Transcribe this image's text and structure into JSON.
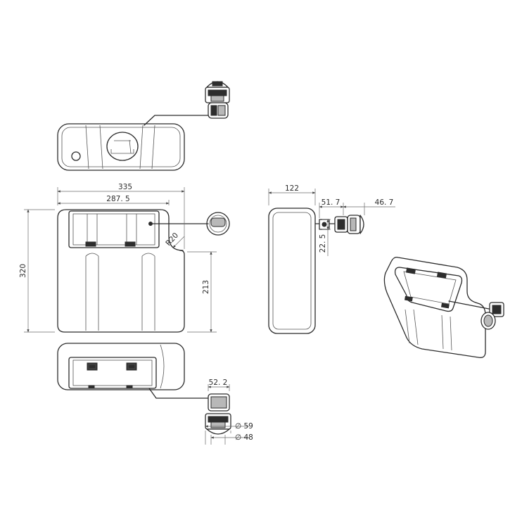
{
  "dimensions": {
    "width_total": "335",
    "width_inner": "287. 5",
    "height_total": "320",
    "height_lower": "213",
    "radius": "R20",
    "depth": "122",
    "offset_a": "51. 7",
    "offset_b": "46. 7",
    "button_height": "22. 5",
    "button_offset": "52. 2",
    "diameter_outer": "∅ 59",
    "diameter_inner": "∅ 48"
  },
  "colors": {
    "stroke": "#2b2b2b",
    "dimension_line": "#6a6a6a",
    "background": "#ffffff"
  }
}
